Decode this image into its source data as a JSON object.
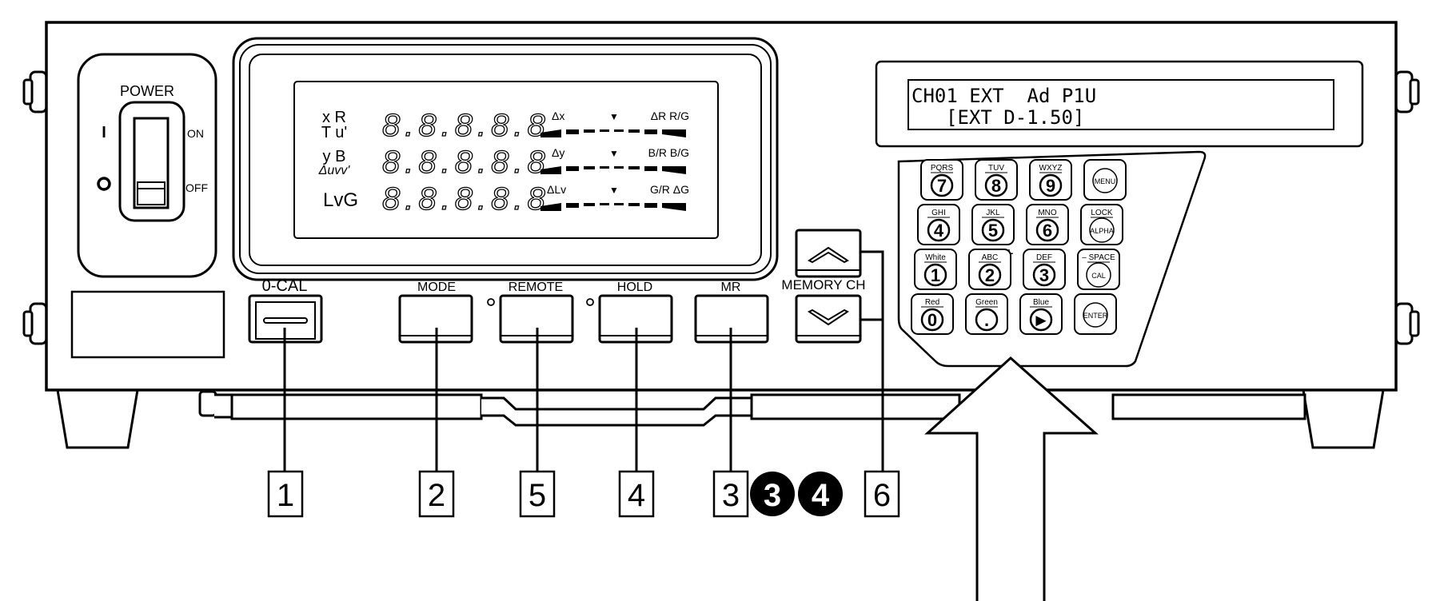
{
  "power": {
    "title": "POWER",
    "on_symbol": "I",
    "off_symbol": "O",
    "on_label": "ON",
    "off_label": "OFF"
  },
  "main_display": {
    "rows": [
      {
        "label_top": "x R",
        "label_bottom": "T u'",
        "digits": "8.8.8.8.8.",
        "bar_left": "Δx",
        "bar_marker": "▼",
        "bar_right": "ΔR R/G"
      },
      {
        "label_top": "y B",
        "label_bottom": "Δuvv'",
        "digits": "8.8.8.8.8.",
        "bar_left": "Δy",
        "bar_marker": "▼",
        "bar_right": "B/R B/G"
      },
      {
        "label_top": "LvG",
        "label_bottom": "",
        "digits": "8.8.8.8.8.",
        "bar_left": "ΔLv",
        "bar_marker": "▼",
        "bar_right": "G/R ΔG"
      }
    ]
  },
  "lcd": {
    "line1": "CH01 EXT  Ad P1U",
    "line2": "[EXT D-1.50]"
  },
  "front_buttons": {
    "zero_cal": {
      "label": "0-CAL",
      "callout": "1"
    },
    "mode": {
      "label": "MODE",
      "callout": "2"
    },
    "remote": {
      "label": "REMOTE",
      "callout": "5"
    },
    "hold": {
      "label": "HOLD",
      "callout": "4"
    },
    "mr": {
      "label": "MR",
      "callout": "3"
    },
    "memory_ch": {
      "label": "MEMORY CH",
      "callout": "6"
    }
  },
  "callout_circles": [
    "3",
    "4"
  ],
  "keypad": {
    "rows": [
      [
        {
          "top": "PQRS",
          "main": "7"
        },
        {
          "top": "TUV",
          "main": "8"
        },
        {
          "top": "WXYZ",
          "main": "9"
        },
        {
          "top": "",
          "main": "MENU"
        }
      ],
      [
        {
          "top": "GHI",
          "main": "4"
        },
        {
          "top": "JKL",
          "main": "5"
        },
        {
          "top": "MNO",
          "main": "6"
        },
        {
          "top": "LOCK",
          "main": "ALPHA"
        }
      ],
      [
        {
          "top": "White",
          "main": "1"
        },
        {
          "top": "ABC",
          "main": "2"
        },
        {
          "top": "DEF",
          "main": "3"
        },
        {
          "top": "– SPACE",
          "main": "CAL"
        }
      ],
      [
        {
          "top": "Red",
          "main": "0"
        },
        {
          "top": "Green",
          "main": "."
        },
        {
          "top": "Blue",
          "main": "►"
        },
        {
          "top": "",
          "main": "ENTER"
        }
      ]
    ]
  },
  "icons": {
    "up": "chevron-up-icon",
    "down": "chevron-down-icon",
    "arrow": "arrow-up-icon"
  }
}
